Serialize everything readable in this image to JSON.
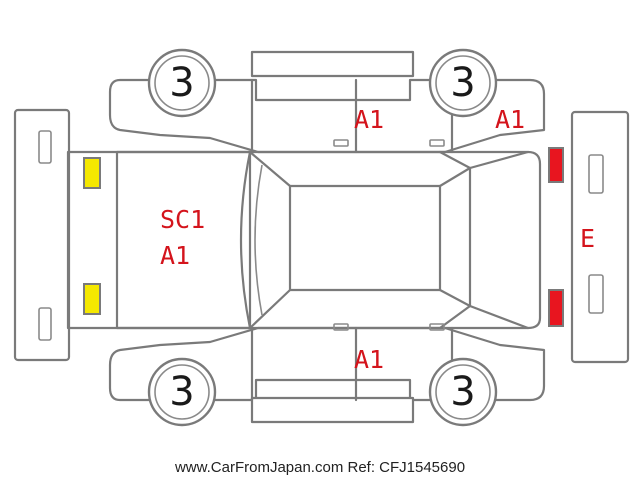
{
  "diagram": {
    "tires": {
      "front_left": "3",
      "rear_left": "3",
      "front_right": "3",
      "rear_right": "3"
    },
    "damage_codes": {
      "hood": [
        "SC1",
        "A1"
      ],
      "left_rear_door": "A1",
      "left_rear_fender": "A1",
      "right_rear_door": "A1",
      "rear_bumper": "E"
    },
    "colors": {
      "line": "#7a7a7a",
      "code_text": "#d4141c",
      "headlight": "#f5e800",
      "taillight": "#e8151f"
    },
    "footer": "www.CarFromJapan.com Ref: CFJ1545690"
  }
}
